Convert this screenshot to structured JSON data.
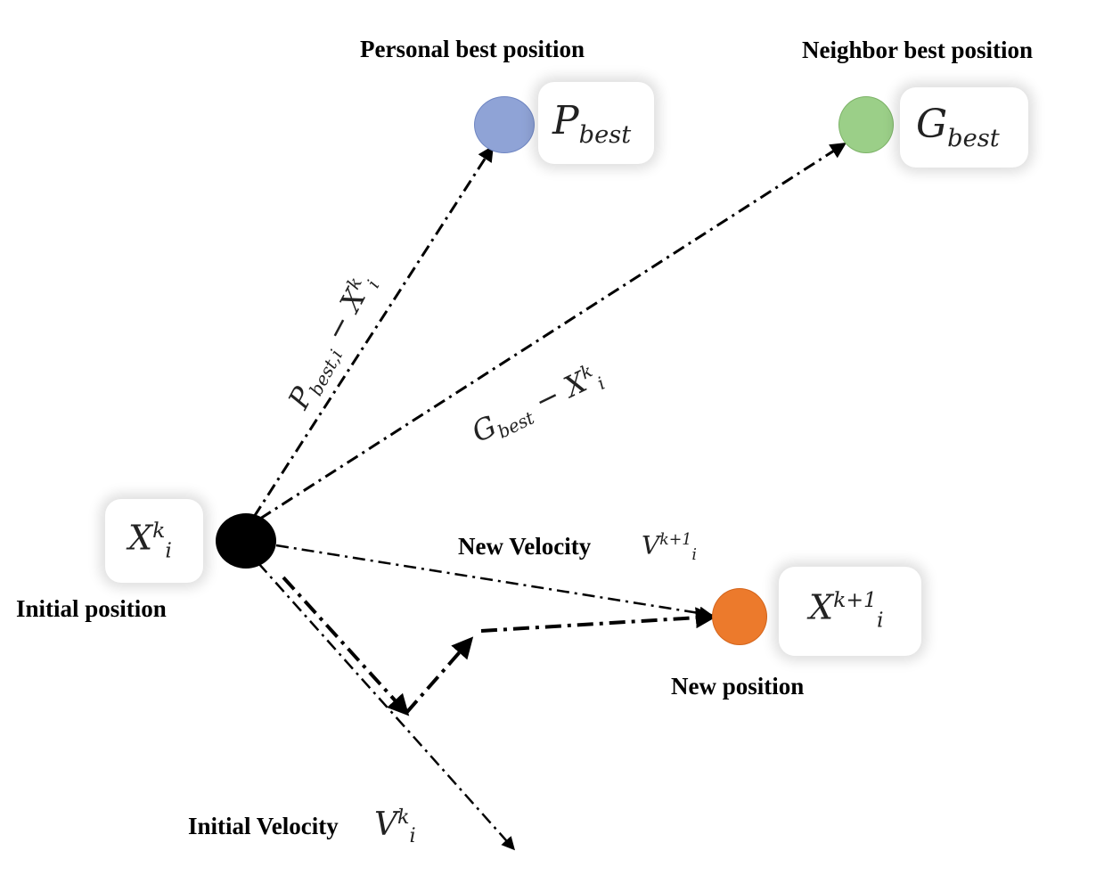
{
  "labels": {
    "personal_best": "Personal best position",
    "neighbor_best": "Neighbor best position",
    "initial_position": "Initial position",
    "new_velocity": "New Velocity",
    "new_position": "New position",
    "initial_velocity": "Initial Velocity"
  },
  "math": {
    "pbest_main": "P",
    "pbest_sub": "best",
    "gbest_main": "G",
    "gbest_sub": "best",
    "x_main": "X",
    "x_sub": "i",
    "x_sup": "k",
    "xnew_sup": "k+1",
    "v_main": "V",
    "v_sub": "i",
    "v_sup": "k",
    "vnew_sup": "k+1",
    "p_diff_main": "P",
    "p_diff_sub": "best,i",
    "minus": " − ",
    "g_diff_main": "G",
    "g_diff_sub": "best"
  },
  "colors": {
    "pbest_node": "#8fa3d6",
    "gbest_node": "#9bcf88",
    "new_node": "#ec7a2c",
    "initial_node": "#000000"
  }
}
